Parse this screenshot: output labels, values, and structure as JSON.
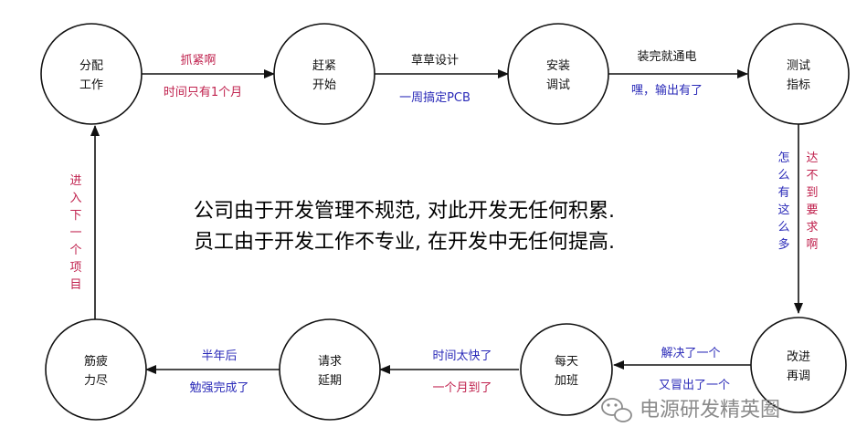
{
  "colors": {
    "red": "#c0224e",
    "blue": "#2a2ab8",
    "black": "#111111",
    "watermark": "#8a8a8a"
  },
  "nodes": {
    "assign_work": [
      "分配",
      "工作"
    ],
    "hurry_start": [
      "赶紧",
      "开始"
    ],
    "install_debug": [
      "安装",
      "调试"
    ],
    "test_spec": [
      "测试",
      "指标"
    ],
    "modify_retune": [
      "改进",
      "再调"
    ],
    "daily_overtime": [
      "每天",
      "加班"
    ],
    "request_delay": [
      "请求",
      "延期"
    ],
    "exhausted": [
      "筋疲",
      "力尽"
    ]
  },
  "edges": {
    "e1": {
      "top": "抓紧啊",
      "bottom": "时间只有1个月"
    },
    "e2": {
      "top": "草草设计",
      "bottom": "一周搞定PCB"
    },
    "e3": {
      "top": "装完就通电",
      "bottom": "嘿，输出有了"
    },
    "e4": {
      "left": "怎么有这么多",
      "right": "达不到要求啊"
    },
    "e5": {
      "top": "解决了一个",
      "bottom": "又冒出了一个"
    },
    "e6": {
      "top": "时间太快了",
      "bottom": "一个月到了"
    },
    "e7": {
      "top": "半年后",
      "bottom": "勉强完成了"
    },
    "e8": {
      "left": "进入下一个项目"
    }
  },
  "caption": {
    "line1": "公司由于开发管理不规范, 对此开发无任何积累.",
    "line2": "员工由于开发工作不专业, 在开发中无任何提高."
  },
  "watermark": {
    "text": "电源研发精英圈",
    "icon": "wechat-icon"
  }
}
